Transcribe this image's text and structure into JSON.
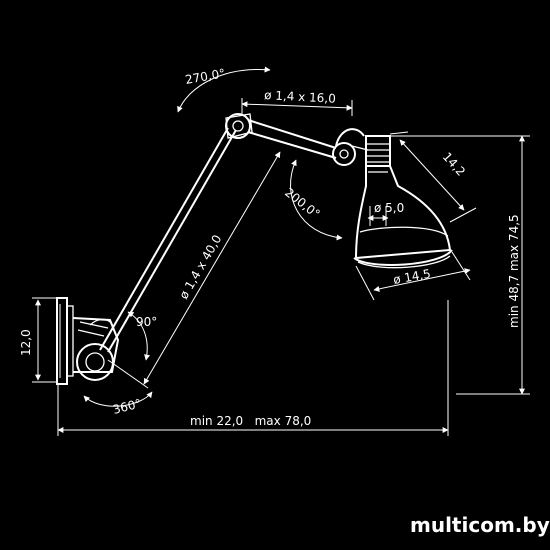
{
  "dimensions": {
    "arm_rotation": "270,0°",
    "upper_arm": "ø 1,4 x 16,0",
    "shade_depth": "14,2",
    "shade_tilt": "200,0°",
    "socket": "ø 5,0",
    "height": "min 48,7   max 74,5",
    "shade_diameter": "ø 14,5",
    "lower_arm": "ø 1,4 x 40,0",
    "base_angle": "90°",
    "base_height": "12,0",
    "base_rotation": "360°",
    "reach": "min 22,0   max 78,0"
  },
  "watermark": "multicom.by",
  "colors": {
    "background": "#000000",
    "line": "#ffffff"
  }
}
